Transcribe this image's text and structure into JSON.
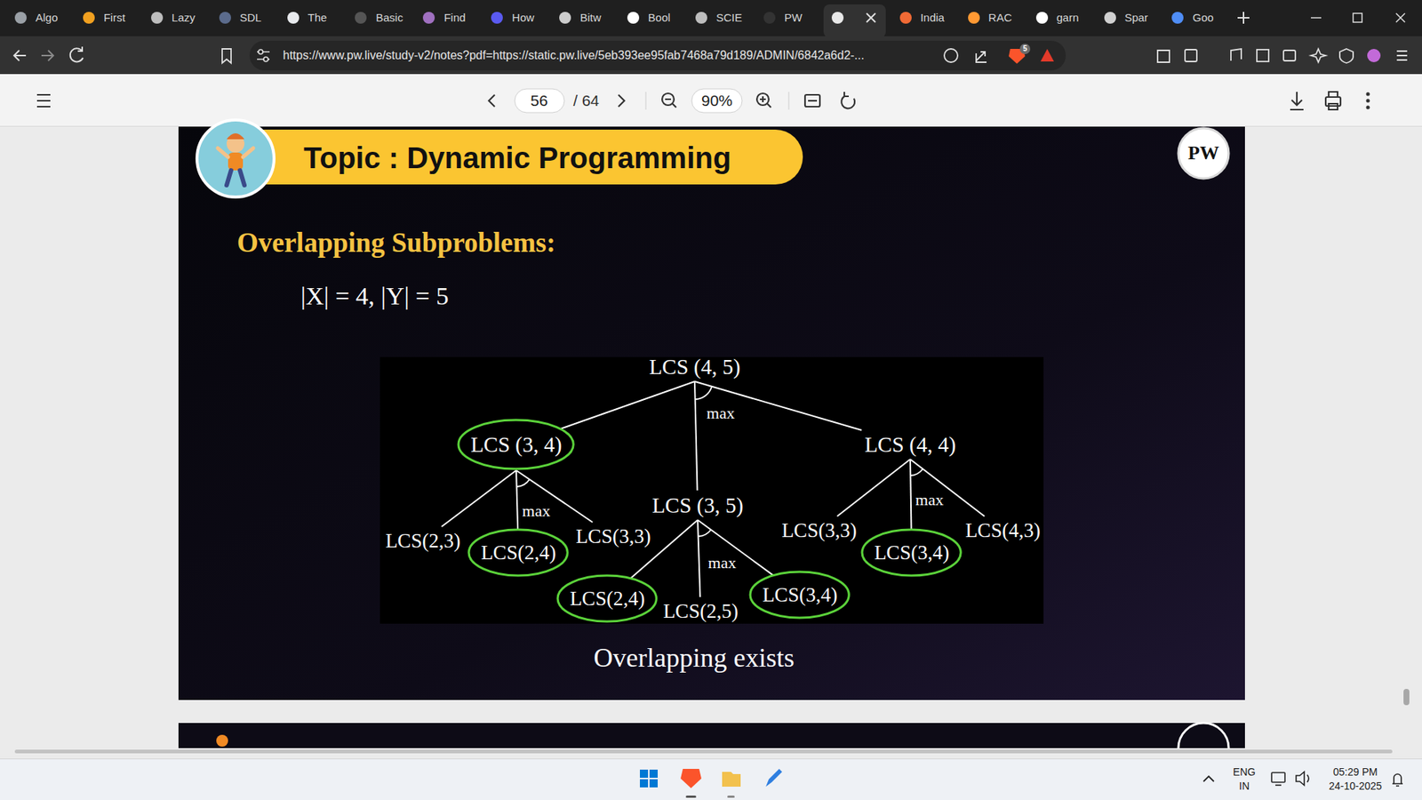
{
  "diagram": {
    "title": "Overlapping Subproblems:",
    "caption": "Overlapping exists",
    "nodes": [
      {
        "text": [
          "LCS (4, 5)"
        ]
      },
      {
        "text": [
          "LCS (3, 4)"
        ]
      },
      {
        "text": [
          "LCS (3, 5)"
        ]
      },
      {
        "text": [
          "LCS (4, 4)"
        ]
      },
      {
        "text": [
          "LCS(2,3)"
        ]
      },
      {
        "text": [
          "LCS(2,4)"
        ]
      },
      {
        "text": [
          "LCS(3,3)"
        ]
      },
      {
        "text": [
          "LCS(2,4)"
        ]
      },
      {
        "text": [
          "LCS(2,5)"
        ]
      },
      {
        "text": [
          "LCS(3,4)"
        ]
      },
      {
        "text": [
          "LCS(3,3)"
        ]
      },
      {
        "text": [
          "LCS(3,4)"
        ]
      },
      {
        "text": [
          "LCS(4,3)"
        ]
      }
    ],
    "edges": [
      {
        "from": 0,
        "to": 1,
        "arrow": "none"
      },
      {
        "from": 0,
        "to": 2,
        "arrow": "none"
      },
      {
        "from": 0,
        "to": 3,
        "arrow": "none"
      },
      {
        "from": 1,
        "to": 4,
        "arrow": "none"
      },
      {
        "from": 1,
        "to": 5,
        "arrow": "none"
      },
      {
        "from": 1,
        "to": 6,
        "arrow": "none"
      },
      {
        "from": 2,
        "to": 7,
        "arrow": "none"
      },
      {
        "from": 2,
        "to": 8,
        "arrow": "none"
      },
      {
        "from": 2,
        "to": 9,
        "arrow": "none"
      },
      {
        "from": 3,
        "to": 10,
        "arrow": "none"
      },
      {
        "from": 3,
        "to": 11,
        "arrow": "none"
      },
      {
        "from": 3,
        "to": 12,
        "arrow": "none"
      }
    ],
    "labels": [
      "Algo",
      "First",
      "Lazy",
      "SDL",
      "The",
      "Basic",
      "Find",
      "How",
      "Bitw",
      "Bool",
      "SCIE",
      "PW",
      "India",
      "RAC",
      "garn",
      "Spar",
      "Goo",
      "https://www.pw.live/study-v2/notes?pdf=https://static.pw.live/5eb393ee95fab7468a79d189/ADMIN/6842a6d2-...",
      "5",
      "56",
      "/ 64",
      "90%",
      "Topic : Dynamic Programming",
      "PW",
      "|X| = 4, |Y| = 5",
      "max",
      "max",
      "max",
      "max",
      "ENG",
      "IN",
      "05:29 PM",
      "24-10-2025"
    ]
  }
}
